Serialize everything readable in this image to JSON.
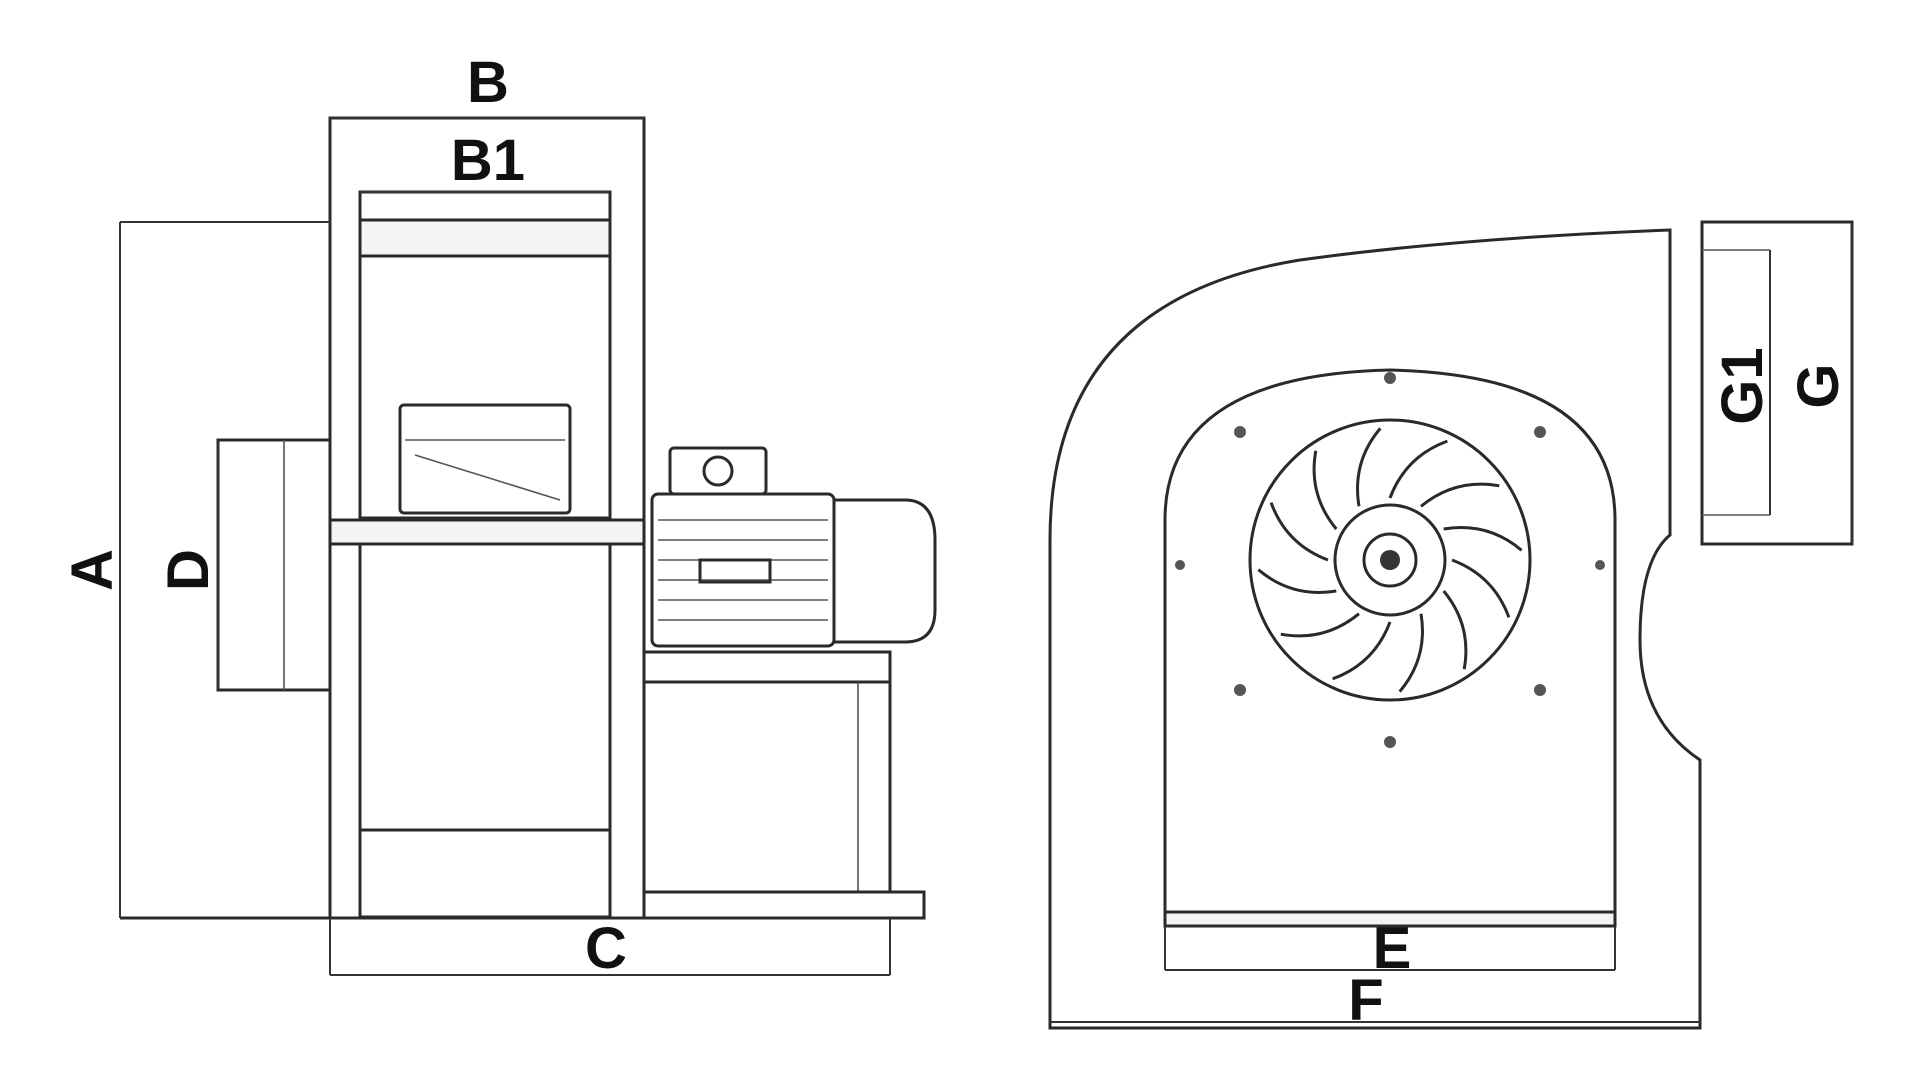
{
  "diagram": {
    "labels": {
      "A": "A",
      "B": "B",
      "B1": "B1",
      "C": "C",
      "D": "D",
      "E": "E",
      "F": "F",
      "G": "G",
      "G1": "G1"
    }
  }
}
